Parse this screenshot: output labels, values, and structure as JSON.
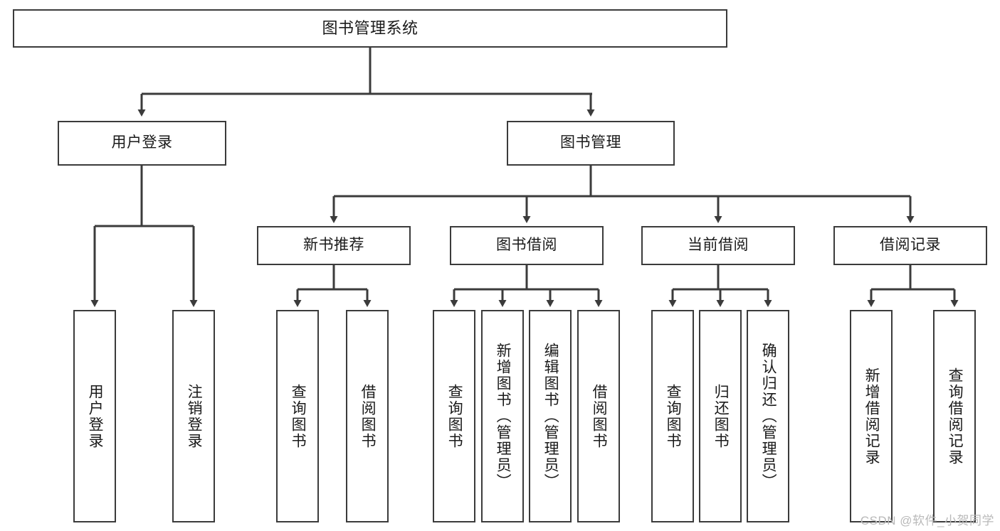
{
  "diagram": {
    "title": "图书管理系统",
    "type": "tree",
    "watermark": "CSDN @软件_小贺同学",
    "colors": {
      "stroke": "#3b3b3b",
      "fill": "#ffffff",
      "text": "#1a1a1a",
      "watermark": "#b9b9b9"
    },
    "nodes": {
      "root": {
        "label": "图书管理系统"
      },
      "level2": [
        {
          "id": "user-login",
          "label": "用户登录"
        },
        {
          "id": "book-manage",
          "label": "图书管理"
        }
      ],
      "level3": [
        {
          "id": "new-book-rec",
          "label": "新书推荐"
        },
        {
          "id": "book-borrow",
          "label": "图书借阅"
        },
        {
          "id": "current-borrow",
          "label": "当前借阅"
        },
        {
          "id": "borrow-record",
          "label": "借阅记录"
        }
      ],
      "leaves": [
        {
          "id": "leaf-user-login",
          "label": "用户登录"
        },
        {
          "id": "leaf-logout",
          "label": "注销登录"
        },
        {
          "id": "leaf-query-book-1",
          "label": "查询图书"
        },
        {
          "id": "leaf-borrow-book-1",
          "label": "借阅图书"
        },
        {
          "id": "leaf-query-book-2",
          "label": "查询图书"
        },
        {
          "id": "leaf-add-book",
          "label": "新增图书（管理员）"
        },
        {
          "id": "leaf-edit-book",
          "label": "编辑图书（管理员）"
        },
        {
          "id": "leaf-borrow-book-2",
          "label": "借阅图书"
        },
        {
          "id": "leaf-query-book-3",
          "label": "查询图书"
        },
        {
          "id": "leaf-return-book",
          "label": "归还图书"
        },
        {
          "id": "leaf-confirm-return",
          "label": "确认归还（管理员）"
        },
        {
          "id": "leaf-add-record",
          "label": "新增借阅记录"
        },
        {
          "id": "leaf-query-record",
          "label": "查询借阅记录"
        }
      ]
    }
  }
}
